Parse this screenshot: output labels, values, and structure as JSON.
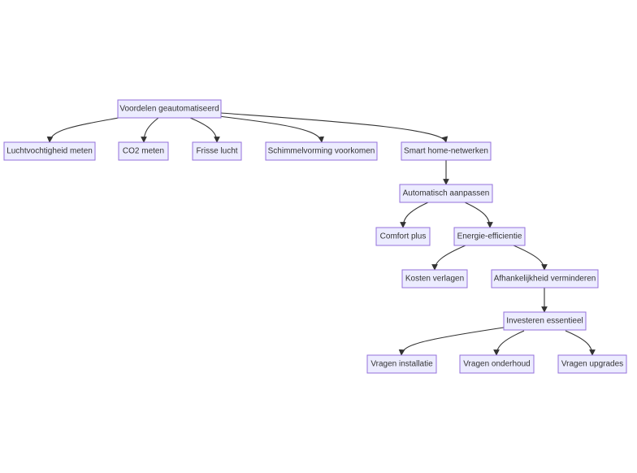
{
  "colors": {
    "node_fill": "#ececff",
    "node_border": "#9370db",
    "edge": "#333333",
    "text": "#333333",
    "background": "#ffffff"
  },
  "nodes": [
    {
      "id": "n1",
      "label": "Voordelen geautomatiseerd"
    },
    {
      "id": "n2",
      "label": "Luchtvochtigheid meten"
    },
    {
      "id": "n3",
      "label": "CO2 meten"
    },
    {
      "id": "n4",
      "label": "Frisse lucht"
    },
    {
      "id": "n5",
      "label": "Schimmelvorming voorkomen"
    },
    {
      "id": "n6",
      "label": "Smart home-netwerken"
    },
    {
      "id": "n7",
      "label": "Automatisch aanpassen"
    },
    {
      "id": "n8",
      "label": "Comfort plus"
    },
    {
      "id": "n9",
      "label": "Energie-efficientie"
    },
    {
      "id": "n10",
      "label": "Kosten verlagen"
    },
    {
      "id": "n11",
      "label": "Afhankelijkheid verminderen"
    },
    {
      "id": "n12",
      "label": "Investeren essentieel"
    },
    {
      "id": "n13",
      "label": "Vragen installatie"
    },
    {
      "id": "n14",
      "label": "Vragen onderhoud"
    },
    {
      "id": "n15",
      "label": "Vragen upgrades"
    }
  ],
  "edges": [
    {
      "from": "n1",
      "to": "n2"
    },
    {
      "from": "n1",
      "to": "n3"
    },
    {
      "from": "n1",
      "to": "n4"
    },
    {
      "from": "n1",
      "to": "n5"
    },
    {
      "from": "n1",
      "to": "n6"
    },
    {
      "from": "n6",
      "to": "n7"
    },
    {
      "from": "n7",
      "to": "n8"
    },
    {
      "from": "n7",
      "to": "n9"
    },
    {
      "from": "n9",
      "to": "n10"
    },
    {
      "from": "n9",
      "to": "n11"
    },
    {
      "from": "n11",
      "to": "n12"
    },
    {
      "from": "n12",
      "to": "n13"
    },
    {
      "from": "n12",
      "to": "n14"
    },
    {
      "from": "n12",
      "to": "n15"
    }
  ]
}
